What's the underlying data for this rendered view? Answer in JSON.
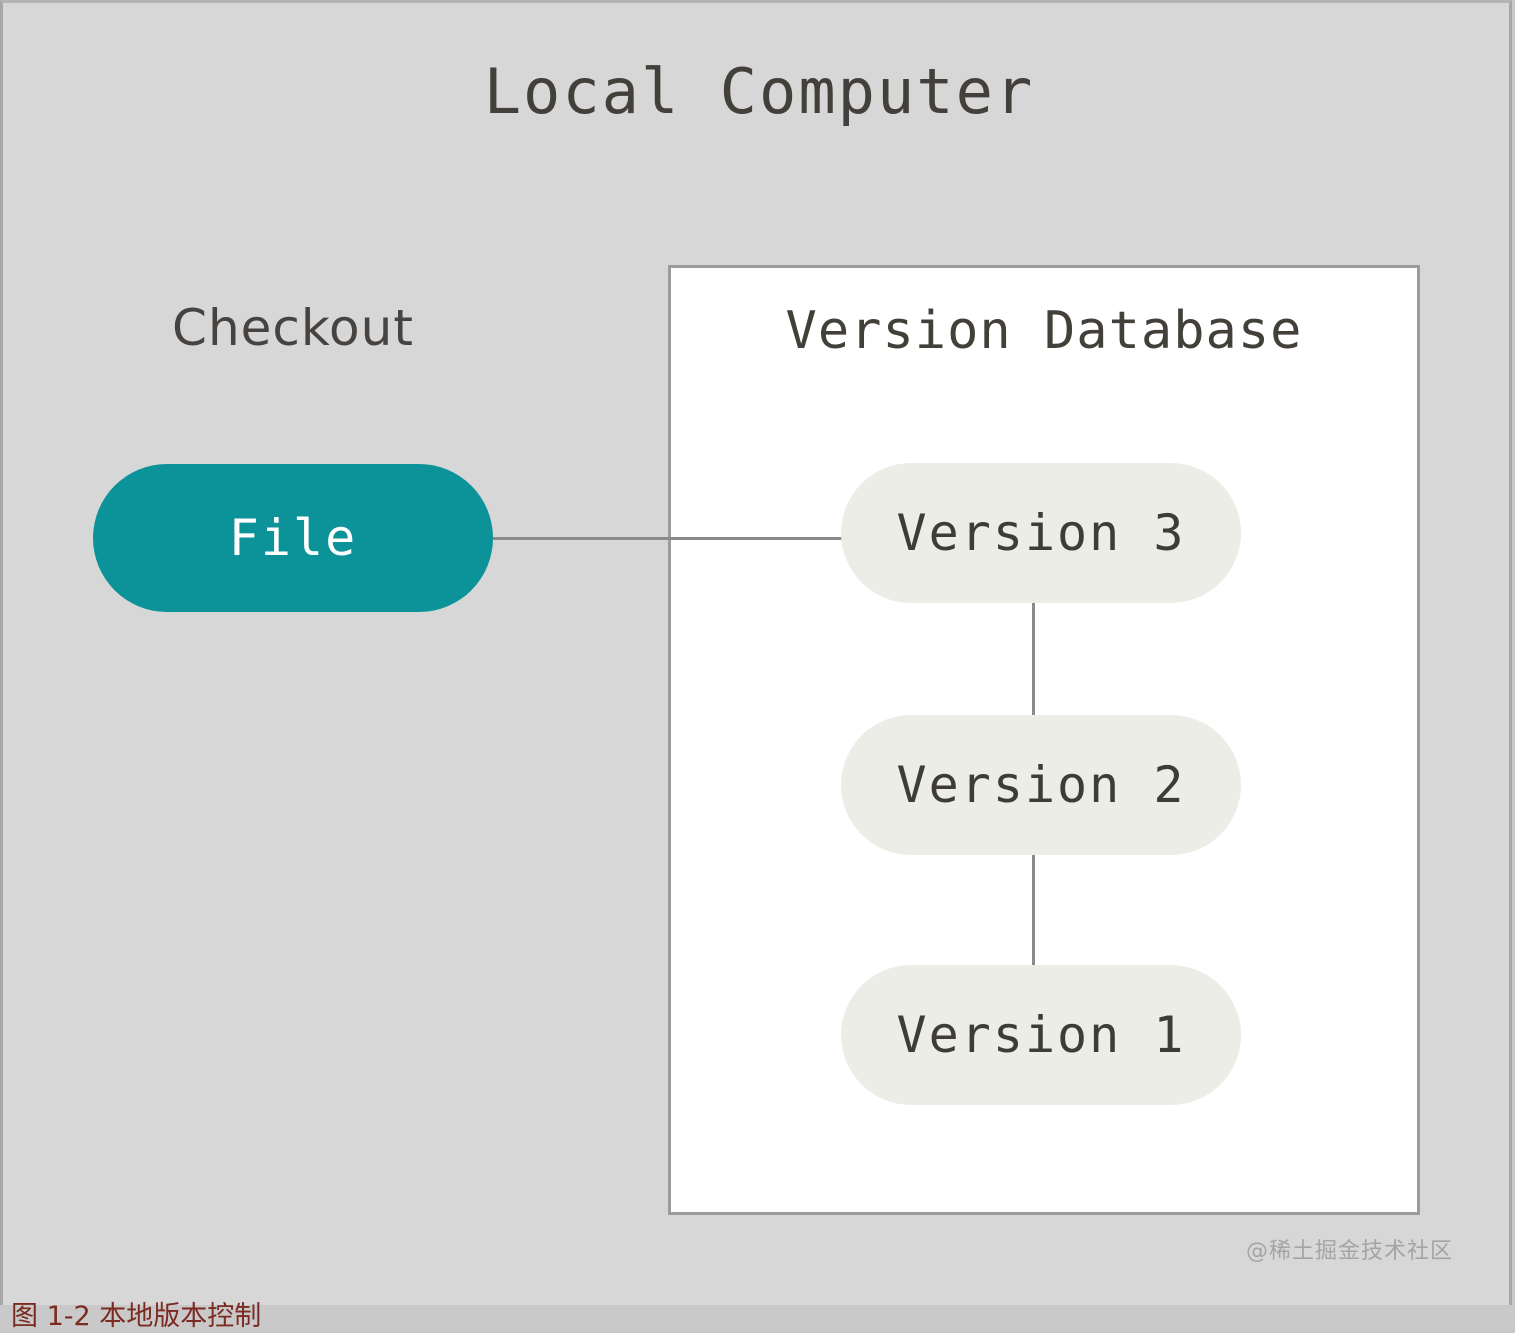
{
  "diagram": {
    "title": "Local Computer",
    "background_color": "#d7d7d7",
    "frame_border_color": "#a8a8a8"
  },
  "checkout": {
    "label": "Checkout",
    "file_node": {
      "label": "File",
      "fill_color": "#0c9299",
      "text_color": "#ffffff"
    }
  },
  "version_database": {
    "title": "Version Database",
    "box_fill": "#ffffff",
    "box_border": "#9b9b9b",
    "node_fill": "#ecede7",
    "node_text_color": "#3f3c38",
    "versions": [
      {
        "label": "Version 3"
      },
      {
        "label": "Version 2"
      },
      {
        "label": "Version 1"
      }
    ]
  },
  "connectors": {
    "color": "#8a8a8a",
    "file_to_version3": "horizontal",
    "version3_to_version2": "vertical",
    "version2_to_version1": "vertical"
  },
  "watermark": {
    "text": "@稀土掘金技术社区"
  },
  "clipped_caption": {
    "text": "图 1-2 本地版本控制"
  }
}
